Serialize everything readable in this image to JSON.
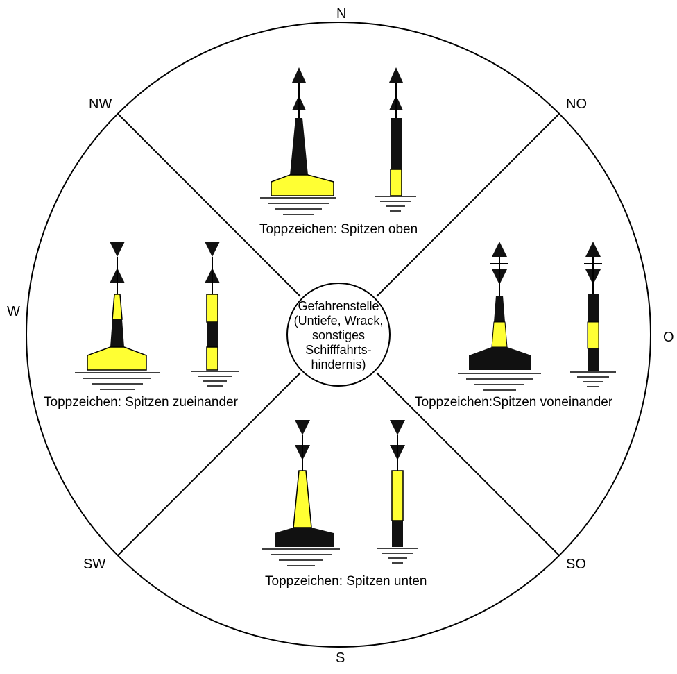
{
  "colors": {
    "yellow": "#ffff33",
    "black": "#111111",
    "line": "#000000"
  },
  "compass": {
    "n": "N",
    "no": "NO",
    "o": "O",
    "so": "SO",
    "s": "S",
    "sw": "SW",
    "w": "W",
    "nw": "NW"
  },
  "center": {
    "lines": [
      "Gefahrenstelle",
      "(Untiefe, Wrack,",
      "sonstiges",
      "Schifffahrts-",
      "hindernis)"
    ]
  },
  "quadrants": {
    "north": {
      "caption": "Toppzeichen: Spitzen oben",
      "topmark": "two cones pointing up",
      "colors": "black over yellow"
    },
    "east": {
      "caption": "Toppzeichen:Spitzen voneinander",
      "topmark": "cones base to base",
      "colors": "black-yellow-black"
    },
    "south": {
      "caption": "Toppzeichen: Spitzen unten",
      "topmark": "two cones pointing down",
      "colors": "yellow over black"
    },
    "west": {
      "caption": "Toppzeichen:  Spitzen  zueinander",
      "topmark": "cones point to point",
      "colors": "yellow-black-yellow"
    }
  }
}
